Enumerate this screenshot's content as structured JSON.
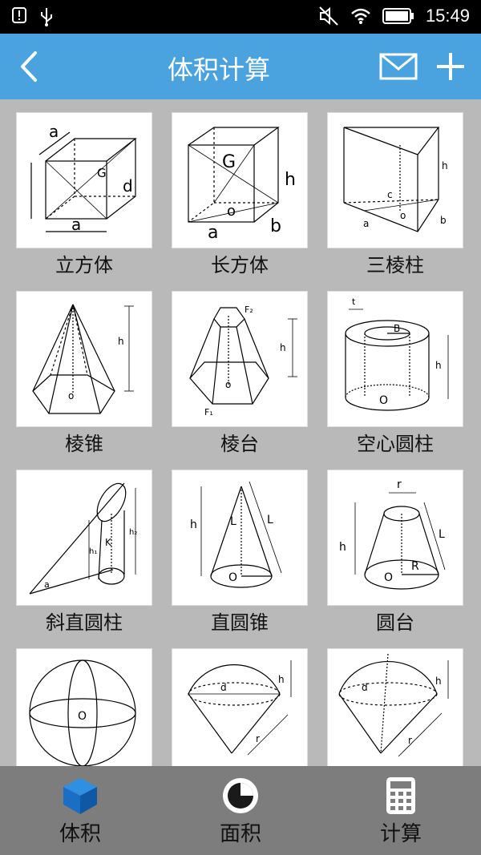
{
  "status": {
    "time": "15:49"
  },
  "appbar": {
    "title": "体积计算"
  },
  "tiles": [
    {
      "label": "立方体"
    },
    {
      "label": "长方体"
    },
    {
      "label": "三棱柱"
    },
    {
      "label": "棱锥"
    },
    {
      "label": "棱台"
    },
    {
      "label": "空心圆柱"
    },
    {
      "label": "斜直圆柱"
    },
    {
      "label": "直圆锥"
    },
    {
      "label": "圆台"
    },
    {
      "label": ""
    },
    {
      "label": ""
    },
    {
      "label": ""
    }
  ],
  "nav": [
    {
      "label": "体积",
      "icon": "cube-icon",
      "active": true
    },
    {
      "label": "面积",
      "icon": "pie-icon"
    },
    {
      "label": "计算",
      "icon": "calculator-icon"
    }
  ],
  "colors": {
    "appbar": "#4aa3de",
    "statusbar": "#000000",
    "background": "#b9b9b9",
    "bottombar": "#7d7d7d",
    "active": "#1a6fc4"
  }
}
